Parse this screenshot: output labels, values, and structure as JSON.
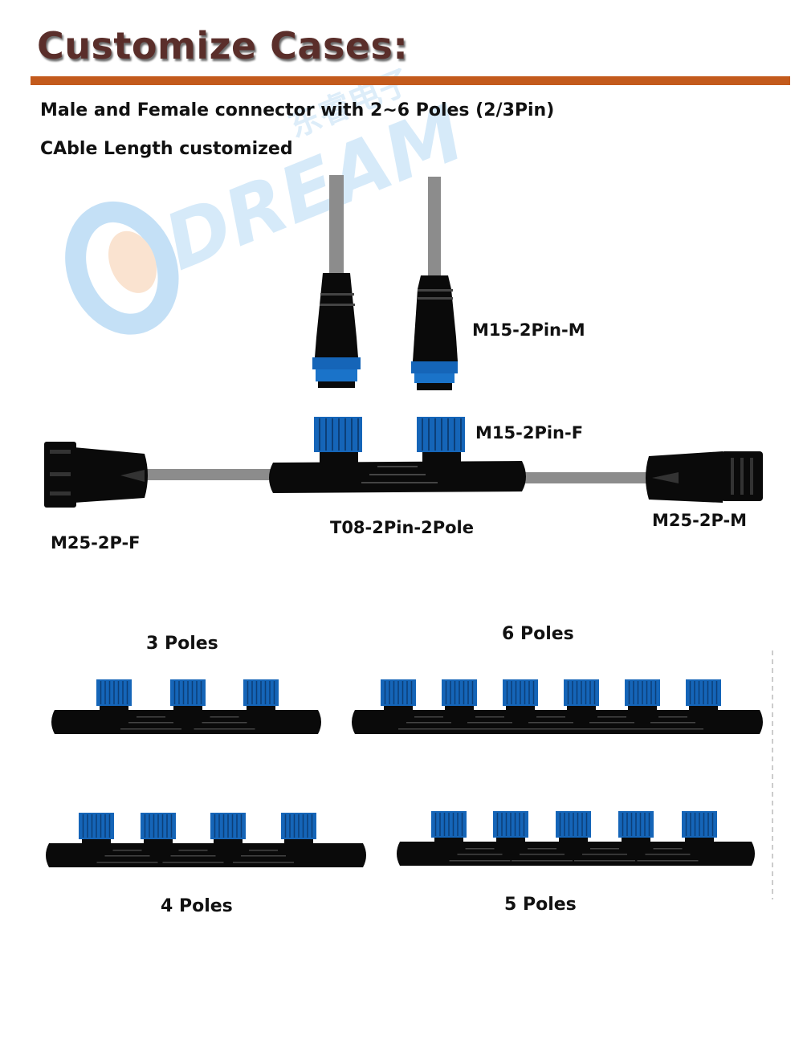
{
  "header": {
    "title": "Customize Cases:",
    "accent_color": "#c35a1c",
    "title_color": "#5a2e2a"
  },
  "intro": {
    "line1": "Male and Female connector with 2~6 Poles (2/3Pin)",
    "line2": "CAble Length customized"
  },
  "watermark": {
    "logo_text": "DREAM",
    "cn_text": "东睿电子",
    "icon": "dream-logo-icon"
  },
  "assembly": {
    "male_top_label": "M15-2Pin-M",
    "female_top_label": "M15-2Pin-F",
    "left_end_label": "M25-2P-F",
    "tee_label": "T08-2Pin-2Pole",
    "right_end_label": "M25-2P-M",
    "cap_color": "#1565b8",
    "body_color": "#0a0a0a",
    "cable_color": "#8c8c8c"
  },
  "variants": {
    "three": {
      "label": "3 Poles",
      "poles": 3
    },
    "six": {
      "label": "6 Poles",
      "poles": 6
    },
    "four": {
      "label": "4 Poles",
      "poles": 4
    },
    "five": {
      "label": "5 Poles",
      "poles": 5
    }
  }
}
